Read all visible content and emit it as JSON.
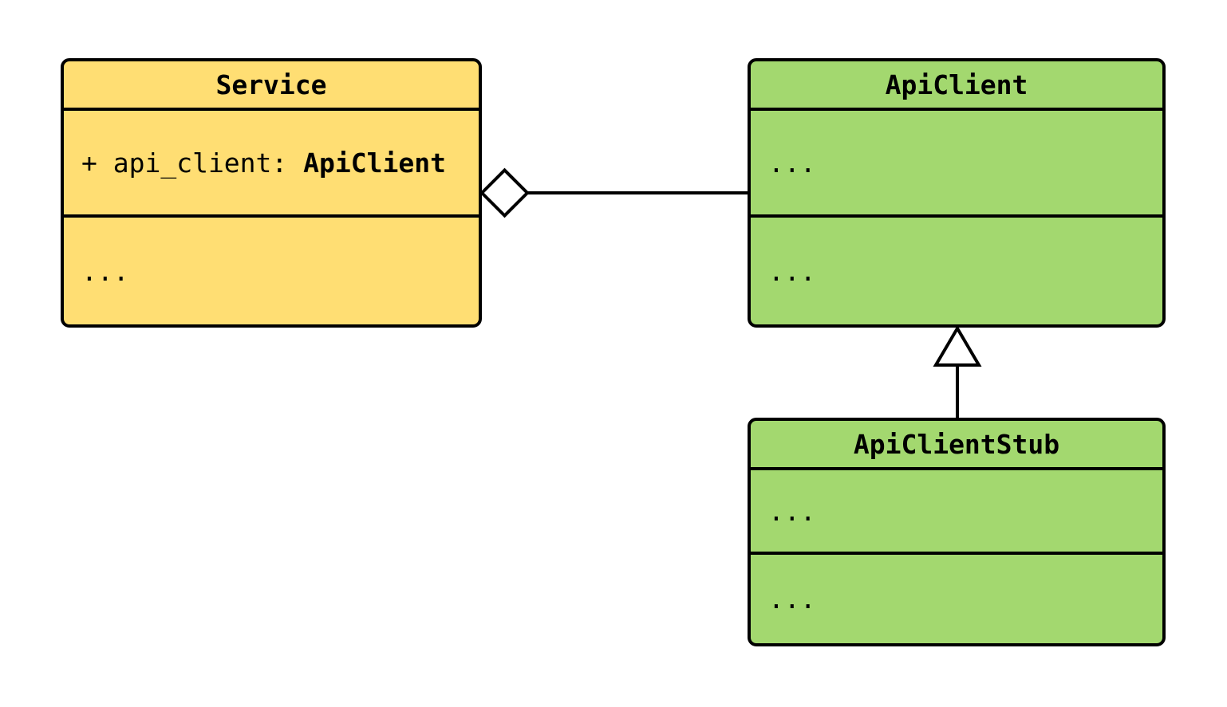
{
  "diagram": {
    "kind": "uml-class-diagram",
    "background_color": "#ffffff",
    "line_color": "#000000",
    "classes": [
      {
        "name": "Service",
        "fill_color": "#ffde73",
        "compartments": {
          "attributes": {
            "prefix": "+ api_client: ",
            "type_name": "ApiClient"
          },
          "methods": {
            "placeholder": "..."
          }
        }
      },
      {
        "name": "ApiClient",
        "fill_color": "#a3d86f",
        "compartments": {
          "attributes": {
            "placeholder": "..."
          },
          "methods": {
            "placeholder": "..."
          }
        }
      },
      {
        "name": "ApiClientStub",
        "fill_color": "#a3d86f",
        "compartments": {
          "attributes": {
            "placeholder": "..."
          },
          "methods": {
            "placeholder": "..."
          }
        }
      }
    ],
    "relationships": [
      {
        "type": "aggregation",
        "from": "Service",
        "to": "ApiClient",
        "marker": "open-diamond",
        "marker_fill": "#ffffff"
      },
      {
        "type": "inheritance",
        "from": "ApiClientStub",
        "to": "ApiClient",
        "marker": "open-triangle",
        "marker_fill": "#ffffff"
      }
    ]
  }
}
